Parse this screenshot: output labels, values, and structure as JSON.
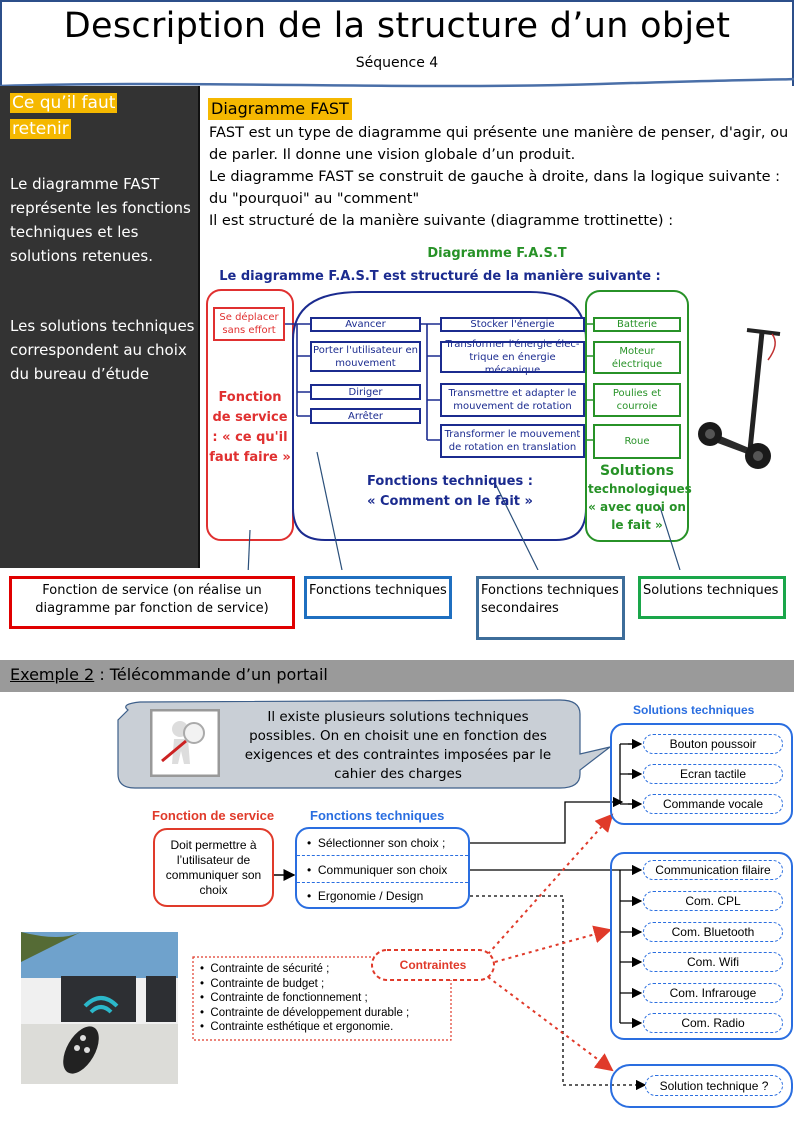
{
  "header": {
    "title": "Description de la structure d’un objet",
    "subtitle": "Séquence 4"
  },
  "sidebar": {
    "title": "Ce qu’il faut retenir",
    "title_line1": "Ce qu’il faut",
    "title_line2": "retenir",
    "para1": "Le diagramme FAST représente les fonctions techniques et les solutions retenues.",
    "para2": "Les solutions techniques correspondent au choix du bureau d’étude"
  },
  "intro": {
    "heading": "Diagramme FAST",
    "lines": [
      "FAST est un type de diagramme qui présente une manière de penser, d'agir, ou de parler. Il donne une vision globale d’un produit.",
      "Le diagramme FAST se construit de gauche à droite, dans la logique suivante : du \"pourquoi\" au \"comment\"",
      "Il est structuré de la manière suivante (diagramme trottinette) :"
    ]
  },
  "fast_diagram": {
    "title": "Diagramme F.A.S.T",
    "subtitle": "Le diagramme F.A.S.T est structuré de la manière suivante :",
    "service_function": "Se déplacer sans effort",
    "service_label": "Fonction de service : « ce qu'il faut faire »",
    "technical_functions": [
      "Avancer",
      "Porter l'utilisateur en mouvement",
      "Diriger",
      "Arrêter"
    ],
    "secondary_functions": [
      "Stocker l'énergie",
      "Transformer l'énergie élec-trique en énergie mécanique",
      "Transmettre et adapter le mouvement de rotation",
      "Transformer le mouvement de rotation en translation"
    ],
    "technical_label_1": "Fonctions techniques :",
    "technical_label_2": "« Comment on le fait »",
    "solutions": [
      "Batterie",
      "Moteur électrique",
      "Poulies et courroie",
      "Roue"
    ],
    "solutions_label_1": "Solutions",
    "solutions_label_2": "technologiques",
    "solutions_label_3": "« avec quoi on le fait »"
  },
  "legend": {
    "service": "Fonction de service (on réalise un diagramme par fonction de service)",
    "technical": "Fonctions techniques",
    "secondary": "Fonctions techniques secondaires",
    "solutions": "Solutions techniques"
  },
  "example2": {
    "label": "Exemple 2",
    "title": " : Télécommande d’un portail",
    "callout": "Il existe plusieurs solutions techniques possibles. On en choisit une en fonction des exigences et des contraintes imposées par le cahier des charges",
    "service_heading": "Fonction de service",
    "service_text": "Doit permettre à l’utilisateur de communiquer son choix",
    "technical_heading": "Fonctions techniques",
    "technical_items": [
      "Sélectionner son choix ;",
      "Communiquer son choix",
      "Ergonomie / Design"
    ],
    "solutions_heading": "Solutions techniques",
    "selection_solutions": [
      "Bouton poussoir",
      "Ecran tactile",
      "Commande vocale"
    ],
    "communication_solutions": [
      "Communication filaire",
      "Com. CPL",
      "Com. Bluetooth",
      "Com. Wifi",
      "Com. Infrarouge",
      "Com. Radio"
    ],
    "design_solution": "Solution technique ?",
    "constraints_label": "Contraintes",
    "constraints": [
      "Contrainte de sécurité ;",
      "Contrainte de budget ;",
      "Contrainte de fonctionnement ;",
      "Contrainte de développement durable ;",
      "Contrainte esthétique et ergonomie."
    ]
  },
  "colors": {
    "accent_yellow": "#f5b800",
    "sidebar_bg": "#333333",
    "fast_blue": "#1b2b8f",
    "fast_green": "#279227",
    "fast_red": "#e03030",
    "example_blue": "#2a6ee0",
    "example_red": "#e03a2a",
    "section_gray": "#9a9a9a"
  }
}
